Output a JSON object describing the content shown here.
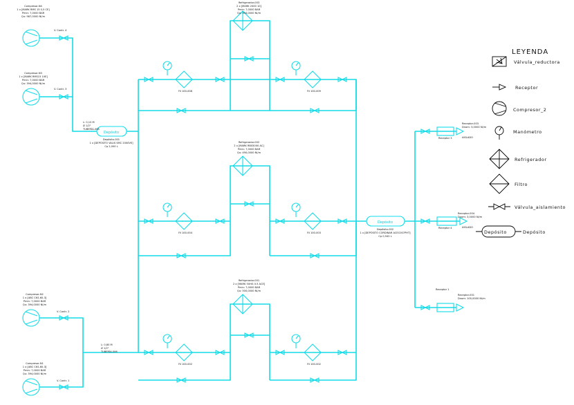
{
  "legend": {
    "title": "LEYENDA",
    "items": [
      {
        "label": "Válvula_reductora",
        "icon": "reducing-valve-icon"
      },
      {
        "label": "Receptor",
        "icon": "receptor-icon"
      },
      {
        "label": "Compresor_2",
        "icon": "compressor-icon"
      },
      {
        "label": "Manómetro",
        "icon": "manometer-icon"
      },
      {
        "label": "Refrigerador",
        "icon": "cooler-icon"
      },
      {
        "label": "Filtro",
        "icon": "filter-icon"
      },
      {
        "label": "Válvula_aislamiento",
        "icon": "isolation-valve-icon"
      },
      {
        "label": "Depósito",
        "icon": "tank-icon"
      }
    ]
  },
  "tanks": [
    {
      "id": "tank-1",
      "label": "Depósito",
      "caption": [
        "Depósito-001",
        "1 x [DEPÓSITO VALIS SMC 2000VE]",
        "Cp 2,000 L"
      ]
    },
    {
      "id": "tank-2",
      "label": "Depósito",
      "caption": [
        "Depósito-002",
        "1 x [DEPÓSITO CORDINAR ACEC007PHT]",
        "Cp 0,942 L"
      ]
    }
  ],
  "compressors": [
    {
      "id": "comp-1",
      "caption": [
        "Compresor-N4",
        "1 x [MARK RMS 15 0,5 CE]",
        "Pmin: 7,0000 BAR",
        "Qu: 987,0000 Nl/m"
      ]
    },
    {
      "id": "comp-2",
      "caption": [
        "Compresor-N3",
        "1 x [MARK RMS15 10E]",
        "Pmin: 7,0000 BAR",
        "Qu: 394,0000 Nl/m"
      ]
    },
    {
      "id": "comp-3",
      "caption": [
        "Compresor-N2",
        "1 x [ABC CKS-60-3]",
        "Pmin: 7,0000 BAR",
        "Qu: 394,0000 Nl/m"
      ]
    },
    {
      "id": "comp-4",
      "caption": [
        "Compresor-N1",
        "1 x [ABC CKS-60-3]",
        "Pmin: 7,0000 BAR",
        "Qu: 394,0000 Nl/m"
      ]
    }
  ],
  "coolers": [
    {
      "id": "ref-1",
      "caption": [
        "Refrigerador-003",
        "2 x [MARK 2000 10]",
        "Pmin: 7,0000 BAR",
        "Qu: 394,0000 Nl/m"
      ]
    },
    {
      "id": "ref-2",
      "caption": [
        "Refrigerador-002",
        "2 x [MARK RBS5000 AC]",
        "Pmin: 7,0000 BAR",
        "Qu: 490,0000 Nl/m"
      ]
    },
    {
      "id": "ref-3",
      "caption": [
        "Refrigerador-001",
        "2 x [MARK 50HG 0.5 ACE]",
        "Pmin: 7,0000 BAR",
        "Qu: 500,0000 Nl/m"
      ]
    }
  ],
  "receptors": [
    {
      "id": "rec-1",
      "caption": [
        "Receptor-003",
        "Dnom: 3,0000 Nl/m"
      ],
      "tag": "Receptor 3",
      "sub": "AISLADO"
    },
    {
      "id": "rec-2",
      "caption": [
        "Receptor-004",
        "Dnom: 3,0000 Nl/m"
      ],
      "tag": "Receptor 4",
      "sub": "AISLADO"
    },
    {
      "id": "rec-3",
      "caption": [
        "Receptor 1",
        "Receptor-001",
        "Dnom: 100,0000 Nl/m"
      ],
      "tag": "",
      "sub": ""
    }
  ],
  "pipe_labels": [
    "L: 0,80 M",
    "Ø 1/2\"",
    "TUBERÍA-006",
    "L: 0,10 M",
    "Ø 1/2\"",
    "TUBERÍA-008"
  ],
  "filters": [
    "Fil 100-008",
    "Fil 100-009",
    "Fil 100-004",
    "Fil 100-003",
    "Fil 100-002",
    "Fil 100-002"
  ],
  "valves": [
    "V. Contr. 4",
    "V. Contr. 3",
    "V. Contr. 2",
    "V. Contr. 1"
  ]
}
